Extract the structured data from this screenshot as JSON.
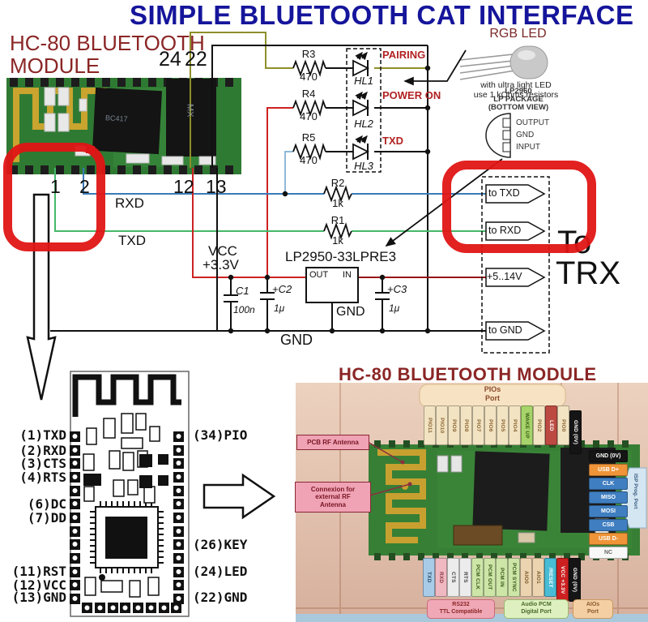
{
  "title": "SIMPLE BLUETOOTH CAT INTERFACE",
  "schematic": {
    "module_heading_line1": "HC-80 BLUETOOTH",
    "module_heading_line2": "MODULE",
    "pins_top": [
      "24",
      "22"
    ],
    "pins_bottom": [
      "1",
      "2",
      "12",
      "13"
    ],
    "rxd_label": "RXD",
    "txd_label": "TXD",
    "resistors": [
      {
        "name": "R3",
        "value": "470"
      },
      {
        "name": "R4",
        "value": "470"
      },
      {
        "name": "R5",
        "value": "470"
      },
      {
        "name": "R2",
        "value": "1k"
      },
      {
        "name": "R1",
        "value": "1k"
      }
    ],
    "leds": [
      {
        "name": "HL1",
        "signal": "PAIRING"
      },
      {
        "name": "HL2",
        "signal": "POWER ON"
      },
      {
        "name": "HL3",
        "signal": "TXD"
      }
    ],
    "rgb_led": {
      "title": "RGB LED",
      "caption_line1": "with ultra light LED",
      "caption_line2": "use 1 kOhms resistors"
    },
    "lp2960": {
      "line1": "LP2960",
      "line2": "LP PACKAGE",
      "line3": "(BOTTOM VIEW)",
      "pins": [
        "OUTPUT",
        "GND",
        "INPUT"
      ]
    },
    "regulator": {
      "part": "LP2950-33LPRE3",
      "out": "OUT",
      "in": "IN",
      "gnd": "GND"
    },
    "power": {
      "vcc_line1": "VCC",
      "vcc_line2": "+3.3V",
      "gnd": "GND"
    },
    "capacitors": [
      {
        "name": "C1",
        "value": "100n"
      },
      {
        "name": "+C2",
        "value": "1μ"
      },
      {
        "name": "+C3",
        "value": "1μ"
      }
    ],
    "connectors": [
      "to TXD",
      "to RXD",
      "+5..14V",
      "to GND"
    ],
    "to_trx_line1": "To",
    "to_trx_line2": "TRX",
    "chip1_marking": "BC417",
    "chip2_marking": "MX"
  },
  "pinout": {
    "left_pins": [
      "(1)TXD",
      "(2)RXD",
      "(3)CTS",
      "(4)RTS",
      "(6)DC",
      "(7)DD",
      "(11)RST",
      "(12)VCC",
      "(13)GND"
    ],
    "right_pins": [
      "(34)PIO",
      "(26)KEY",
      "(24)LED",
      "(22)GND"
    ]
  },
  "photo": {
    "title": "HC-80 BLUETOOTH MODULE",
    "pios_port_line1": "PIOs",
    "pios_port_line2": "Port",
    "top_pins": [
      {
        "label": "PIO11",
        "bg": "#f2e3c2",
        "fg": "#8a6535"
      },
      {
        "label": "PIO10",
        "bg": "#f2e3c2",
        "fg": "#8a6535"
      },
      {
        "label": "PIO9",
        "bg": "#f2e3c2",
        "fg": "#8a6535"
      },
      {
        "label": "PIO8",
        "bg": "#f2e3c2",
        "fg": "#8a6535"
      },
      {
        "label": "PIO7",
        "bg": "#f2e3c2",
        "fg": "#8a6535"
      },
      {
        "label": "PIO6",
        "bg": "#f2e3c2",
        "fg": "#8a6535"
      },
      {
        "label": "PIO5",
        "bg": "#f2e3c2",
        "fg": "#8a6535"
      },
      {
        "label": "PIO4",
        "bg": "#f2e3c2",
        "fg": "#8a6535"
      },
      {
        "label": "WAKE UP",
        "bg": "#a6d46a",
        "fg": "#3a5c14"
      },
      {
        "label": "PIO2",
        "bg": "#f2e3c2",
        "fg": "#8a6535"
      },
      {
        "label": "LED",
        "bg": "#bc4a42",
        "fg": "#ffffff"
      },
      {
        "label": "PIO0",
        "bg": "#f2e3c2",
        "fg": "#8a6535"
      },
      {
        "label": "GND (0V)",
        "bg": "#151515",
        "fg": "#ffffff"
      }
    ],
    "right_pins": [
      {
        "label": "GND (0V)",
        "bg": "#151515",
        "fg": "#ffffff"
      },
      {
        "label": "USB D+",
        "bg": "#ef9438",
        "fg": "#ffffff"
      },
      {
        "label": "CLK",
        "bg": "#3f7ec0",
        "fg": "#ffffff"
      },
      {
        "label": "MISO",
        "bg": "#3f7ec0",
        "fg": "#ffffff"
      },
      {
        "label": "MOSI",
        "bg": "#3f7ec0",
        "fg": "#ffffff"
      },
      {
        "label": "CSB",
        "bg": "#3f7ec0",
        "fg": "#ffffff"
      },
      {
        "label": "USB D-",
        "bg": "#ef9438",
        "fg": "#ffffff"
      },
      {
        "label": "NC",
        "bg": "#f8f8f8",
        "fg": "#666666"
      }
    ],
    "isp_label": "ISP Prog. Port",
    "bottom_pins": [
      {
        "label": "TXD",
        "bg": "#a8cce8",
        "fg": "#2a4a6a"
      },
      {
        "label": "RXD",
        "bg": "#f0b8c0",
        "fg": "#8b3a4a"
      },
      {
        "label": "CTS",
        "bg": "#ececec",
        "fg": "#444444"
      },
      {
        "label": "RTS",
        "bg": "#ececec",
        "fg": "#444444"
      },
      {
        "label": "PCM CLK",
        "bg": "#cde6a8",
        "fg": "#3a5a1a"
      },
      {
        "label": "PCM OUT",
        "bg": "#cde6a8",
        "fg": "#3a5a1a"
      },
      {
        "label": "PCM IN",
        "bg": "#cde6a8",
        "fg": "#3a5a1a"
      },
      {
        "label": "PCM SYNC",
        "bg": "#cde6a8",
        "fg": "#3a5a1a"
      },
      {
        "label": "AIO0",
        "bg": "#ecd4b0",
        "fg": "#7a5a2a"
      },
      {
        "label": "AIO1",
        "bg": "#ecd4b0",
        "fg": "#7a5a2a"
      },
      {
        "label": "/RESET",
        "bg": "#48bcd4",
        "fg": "#ffffff"
      },
      {
        "label": "VCC +3.3V",
        "bg": "#cc2020",
        "fg": "#ffffff"
      },
      {
        "label": "GND (0V)",
        "bg": "#151515",
        "fg": "#ffffff"
      }
    ],
    "groups": [
      {
        "line1": "RS232",
        "line2": "TTL Compatible"
      },
      {
        "line1": "Audio PCM",
        "line2": "Digital Port"
      },
      {
        "line1": "AIOs",
        "line2": "Port"
      }
    ],
    "callout1": "PCB RF Antenna",
    "callout2_line1": "Connexion for",
    "callout2_line2": "external RF",
    "callout2_line3": "Antenna"
  },
  "colors": {
    "title_blue": "#15159b",
    "heading_red": "#8b2626",
    "highlight_red": "#e01515",
    "wire_olive": "#8f8f2a",
    "wire_blue": "#3a7ab8",
    "wire_green": "#46b86a",
    "wire_red": "#cc2222",
    "pcb_green": "#2f7a33"
  }
}
